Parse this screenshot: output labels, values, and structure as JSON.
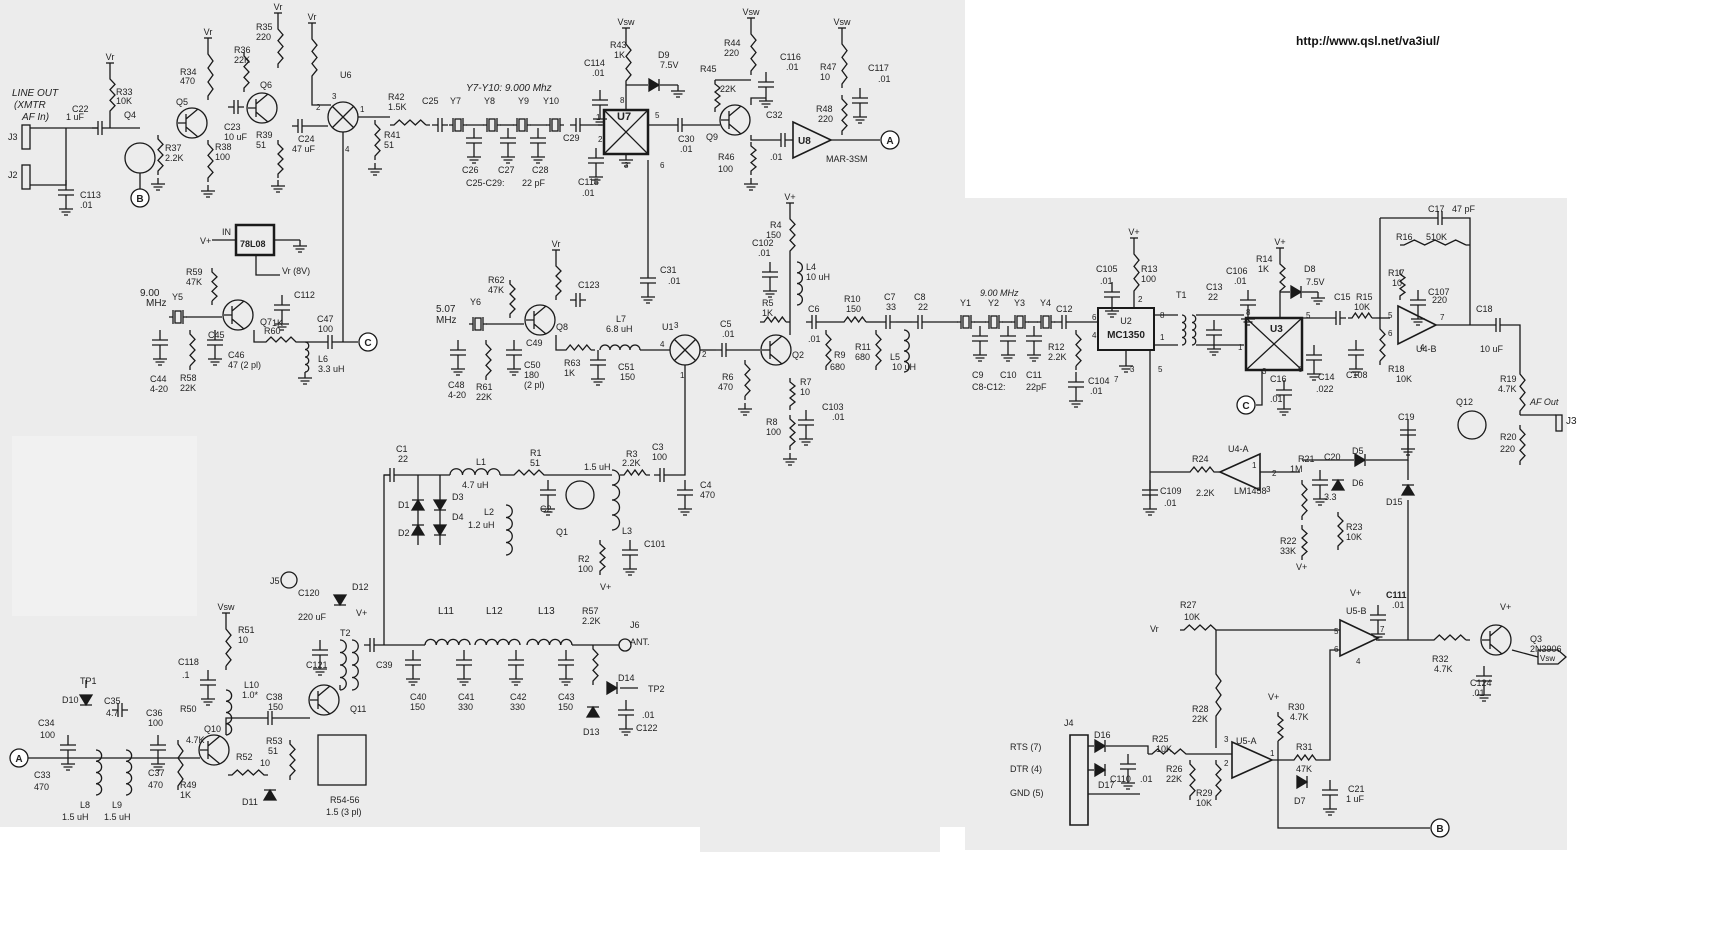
{
  "header": {
    "url": "http://www.qsl.net/va3iul/"
  },
  "colors": {
    "ink": "#1a1a1a",
    "panel_bg": "#ececec",
    "paper": "#ffffff"
  },
  "components": {
    "J3": "J3",
    "J2": "J2",
    "C22": "C22",
    "C22v": "1 uF",
    "R33": "R33",
    "R33v": "10K",
    "Q4": "Q4",
    "C113": "C113",
    "C113v": ".01",
    "Q5": "Q5",
    "R34": "R34",
    "R34v": "470",
    "R37": "R37",
    "R37v": "2.2K",
    "R38": "R38",
    "R38v": "100",
    "C23": "C23",
    "C23v": "10 uF",
    "R35": "R35",
    "R35v": "220",
    "R36": "R36",
    "R36v": "22K",
    "Q6": "Q6",
    "R39": "R39",
    "R39v": "51",
    "C24": "C24",
    "C24v": "47 uF",
    "U6": "U6",
    "R42": "R42",
    "R42v": "1.5K",
    "R41": "R41",
    "R41v": "51",
    "C25": "C25",
    "Y7": "Y7",
    "Y8": "Y8",
    "Y9": "Y9",
    "Y10": "Y10",
    "C29": "C29",
    "C26": "C26",
    "C27": "C27",
    "C28": "C28",
    "C25C29": "C25-C29:",
    "pF22": "22 pF",
    "C114": "C114",
    "C114v": ".01",
    "R43": "R43",
    "R43v": "1K",
    "D9": "D9",
    "D9v": "7.5V",
    "U7": "U7",
    "C115": "C115",
    "C115v": ".01",
    "C30": "C30",
    "C30v": ".01",
    "R44": "R44",
    "R44v": "220",
    "R45": "R45",
    "R45v": "22K",
    "C116": "C116",
    "C116v": ".01",
    "Q9": "Q9",
    "R46": "R46",
    "R46v": "100",
    "C32": "C32",
    "C32v": ".01",
    "U8": "U8",
    "MAR": "MAR-3SM",
    "R47": "R47",
    "R47v": "10",
    "C117": "C117",
    "C117v": ".01",
    "R48": "R48",
    "R48v": "220",
    "IN": "IN",
    "L7808": "78L08",
    "R59": "R59",
    "R59v": "47K",
    "Vr8": "Vr (8V)",
    "Y5": "Y5",
    "Q7": "Q7",
    "C112": "C112",
    "C45": "C45",
    "R60": "R60",
    "R60v": "1K",
    "C46": "C46",
    "C46v": "47 (2 pl)",
    "C44": "C44",
    "C44v": "4-20",
    "R58": "R58",
    "R58v": "22K",
    "C47": "C47",
    "C47v": "100",
    "L6": "L6",
    "L6v": "3.3 uH",
    "R62": "R62",
    "R62v": "47K",
    "C123": "C123",
    "Y6": "Y6",
    "Q8": "Q8",
    "C49": "C49",
    "L7": "L7",
    "L7v": "6.8 uH",
    "C31": "C31",
    "C31v": ".01",
    "C48": "C48",
    "C48v": "4-20",
    "R61": "R61",
    "R61v": "22K",
    "C50": "C50",
    "C50v": "180",
    "C50b": "(2 pl)",
    "R63": "R63",
    "R63v": "1K",
    "C51": "C51",
    "C51v": "150",
    "U1": "U1",
    "C5": "C5",
    "C5v": ".01",
    "R6": "R6",
    "R6v": "470",
    "R4": "R4",
    "R4v": "150",
    "C102": "C102",
    "C102v": ".01",
    "L4": "L4",
    "L4v": "10 uH",
    "R5": "R5",
    "R5v": "1K",
    "Q2": "Q2",
    "R7": "R7",
    "R7v": "10",
    "R8": "R8",
    "R8v": "100",
    "C103": "C103",
    "C103v": ".01",
    "C6": "C6",
    "C6v": ".01",
    "R9": "R9",
    "R9v": "680",
    "R10": "R10",
    "R10v": "150",
    "R11": "R11",
    "R11v": "680",
    "C7": "C7",
    "C7v": "33",
    "L5": "L5",
    "L5v": "10 uH",
    "C8": "C8",
    "C8v": "22",
    "Y1": "Y1",
    "Y2": "Y2",
    "Y3": "Y3",
    "Y4": "Y4",
    "C12": "C12",
    "C9": "C9",
    "C10": "C10",
    "C11": "C11",
    "C8C12": "C8-C12:",
    "pF22b": "22pF",
    "R12": "R12",
    "R12v": "2.2K",
    "C104": "C104",
    "C104v": ".01",
    "C105": "C105",
    "C105v": ".01",
    "R13": "R13",
    "R13v": "100",
    "U2": "U2",
    "MC1350": "MC1350",
    "T1": "T1",
    "C13": "C13",
    "C13v": "22",
    "C106": "C106",
    "C106v": ".01",
    "R14": "R14",
    "R14v": "1K",
    "D8": "D8",
    "D8v": "7.5V",
    "U3": "U3",
    "C15": "C15",
    "R15": "R15",
    "R15v": "10K",
    "C16": "C16",
    "C16v": ".01",
    "C14": "C14",
    "C14v": ".022",
    "C108": "C108",
    "R18": "R18",
    "R18v": "10K",
    "C17": "C17",
    "C17v": "47 pF",
    "R16": "R16",
    "R16v": "510K",
    "R17": "R17",
    "R17v": "10",
    "C107": "C107",
    "C107v": "220",
    "U4B": "U4-B",
    "C18": "C18",
    "C18v": "10 uF",
    "R19": "R19",
    "R19v": "4.7K",
    "AFOut": "AF Out",
    "Q12": "Q12",
    "R20": "R20",
    "R20v": "220",
    "C19": "C19",
    "U4A": "U4-A",
    "LM1458": "LM1458",
    "R24": "R24",
    "R24v": "2.2K",
    "C109": "C109",
    "C109v": ".01",
    "R21": "R21",
    "R21v": "1M",
    "C20": "C20",
    "C20v": "3.3",
    "D5": "D5",
    "D6": "D6",
    "R22": "R22",
    "R22v": "33K",
    "R23": "R23",
    "R23v": "10K",
    "D15": "D15",
    "C1": "C1",
    "C1v": "22",
    "L1": "L1",
    "L1v": "4.7 uH",
    "R1": "R1",
    "R1v": "51",
    "C2": "C2",
    "D1": "D1",
    "D2": "D2",
    "D3": "D3",
    "D4": "D4",
    "L2": "L2",
    "L2v": "1.2 uH",
    "Q1": "Q1",
    "L3v": "1.5 uH",
    "L3": "L3",
    "R3": "R3",
    "R3v": "2.2K",
    "C3": "C3",
    "C3v": "100",
    "C4": "C4",
    "C4v": "470",
    "R2": "R2",
    "R2v": "100",
    "C101": "C101",
    "J5": "J5",
    "C120": "C120",
    "C120v": "220 uF",
    "D12": "D12",
    "T2": "T2",
    "L11": "L11",
    "L12": "L12",
    "L13": "L13",
    "R57": "R57",
    "R57v": "2.2K",
    "J6": "J6",
    "ANT": "ANT.",
    "C39": "C39",
    "C40": "C40",
    "C40v": "150",
    "C41": "C41",
    "C41v": "330",
    "C42": "C42",
    "C42v": "330",
    "C43": "C43",
    "C43v": "150",
    "D14": "D14",
    "TP2": "TP2",
    "D13": "D13",
    "C122": "C122",
    "C122v": ".01",
    "R51": "R51",
    "R51v": "10",
    "C118": "C118",
    "C118v": ".1",
    "L10": "L10",
    "L10v": "1.0*",
    "C38": "C38",
    "C38v": "150",
    "C121": "C121",
    "Q11": "Q11",
    "R53": "R53",
    "R53v": "51",
    "R5456": "R54-56",
    "R5456v": "1.5 (3 pl)",
    "TP1": "TP1",
    "D10": "D10",
    "C35": "C35",
    "C35v": "4.7",
    "C34": "C34",
    "C34v": "100",
    "C36": "C36",
    "C36v": "100",
    "R50": "R50",
    "R50v": "4.7K",
    "Q10": "Q10",
    "R52": "R52",
    "R52v": "10",
    "R49": "R49",
    "R49v": "1K",
    "D11": "D11",
    "C33": "C33",
    "C33v": "470",
    "L8": "L8",
    "L9": "L9",
    "L89v": "1.5 uH",
    "C37": "C37",
    "C37v": "470",
    "R27": "R27",
    "R27v": "10K",
    "U5B": "U5-B",
    "C111": "C111",
    "C111v": ".01",
    "R32": "R32",
    "R32v": "4.7K",
    "Q3": "Q3",
    "Q3v": "2N3906",
    "C124": "C124",
    "C124v": ".01",
    "Vsw": "Vsw",
    "J4": "J4",
    "D16": "D16",
    "D17": "D17",
    "C110": "C110",
    "C110v": ".01",
    "R25": "R25",
    "R25v": "10K",
    "R26": "R26",
    "R26v": "22K",
    "R28": "R28",
    "R28v": "22K",
    "U5A": "U5-A",
    "R29": "R29",
    "R29v": "10K",
    "R30": "R30",
    "R30v": "4.7K",
    "R31": "R31",
    "R31v": "47K",
    "D7": "D7",
    "C21": "C21",
    "C21v": "1 uF",
    "RTS": "RTS (7)",
    "DTR": "DTR (4)",
    "GND": "GND (5)",
    "Vplus": "V+",
    "Vr": "Vr",
    "pin1": "1",
    "pin2": "2",
    "pin3": "3",
    "pin4": "4",
    "pin5": "5",
    "pin6": "6",
    "pin7": "7",
    "pin8": "8"
  },
  "notes": {
    "lineout1": "LINE OUT",
    "lineout2": "(XMTR",
    "lineout3": "AF In)",
    "y7y10": "Y7-Y10: 9.000 Mhz",
    "y5f": "9.00",
    "y5f2": "MHz",
    "y6f": "5.07",
    "y6f2": "MHz",
    "y1y4": "9.00 MHz"
  },
  "connectors": {
    "A": "A",
    "B": "B",
    "C": "C"
  }
}
